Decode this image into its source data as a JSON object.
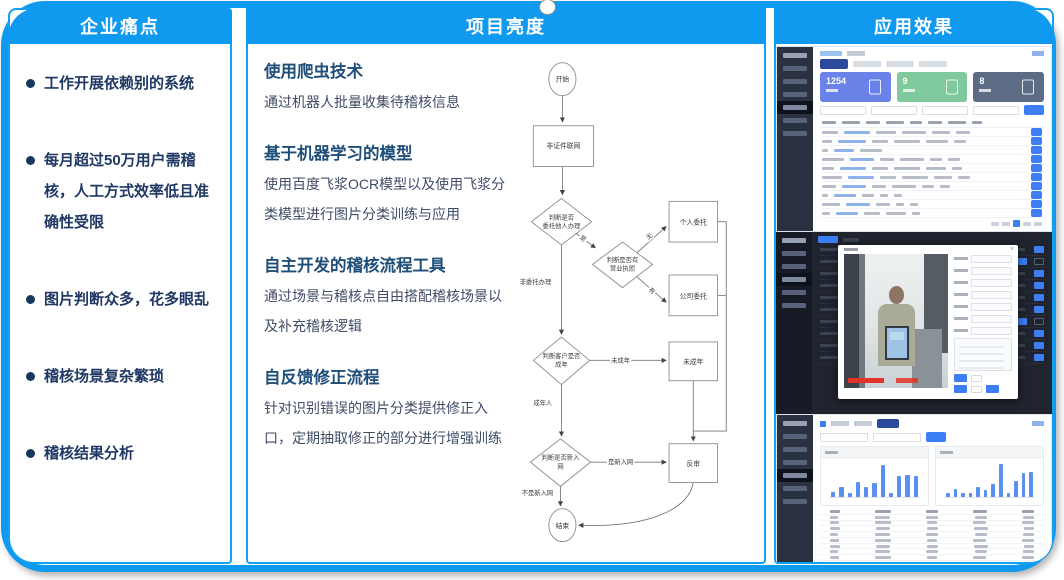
{
  "slide": {
    "accent_color": "#0f9af0"
  },
  "left_panel": {
    "title": "企业痛点",
    "bullets": [
      "工作开展依赖别的系统",
      "每月超过50万用户需稽核，人工方式效率低且准确性受限",
      "图片判断众多，花多眼乱",
      "稽核场景复杂繁琐",
      "稽核结果分析"
    ]
  },
  "middle_panel": {
    "title": "项目亮度",
    "sections": [
      {
        "heading": "使用爬虫技术",
        "body": "通过机器人批量收集待稽核信息"
      },
      {
        "heading": "基于机器学习的模型",
        "body": "使用百度飞浆OCR模型以及使用飞浆分类模型进行图片分类训练与应用"
      },
      {
        "heading": "自主开发的稽核流程工具",
        "body": "通过场景与稽核点自由搭配稽核场景以及补充稽核逻辑"
      },
      {
        "heading": "自反馈修正流程",
        "body": "针对识别错误的图片分类提供修正入口，定期抽取修正的部分进行增强训练"
      }
    ],
    "flowchart": {
      "start": "开始",
      "step_offline": "非证件联网",
      "d1_line1": "判断是否",
      "d1_line2": "委托他人办理",
      "label_delegated": "是",
      "label_not_delegated": "非委托办理",
      "d2_line1": "判断是否有",
      "d2_line2": "营业执照",
      "label_no_license": "无",
      "label_has_license": "有",
      "box_personal": "个人委托",
      "box_company": "公司委托",
      "d3_line1": "判断客户是否",
      "d3_line2": "成年",
      "label_minor": "未成年",
      "box_minor": "未成年",
      "label_adult": "成年人",
      "d4_line1": "判断是否新入",
      "d4_line2": "网",
      "label_new": "是新入网",
      "label_not_new": "不是新入网",
      "box_review": "反审",
      "end": "结束"
    }
  },
  "right_panel": {
    "title": "应用效果",
    "dashboard_screen": {
      "stat_cards": [
        {
          "value": "1254",
          "color": "#6b83e8"
        },
        {
          "value": "9",
          "color": "#7fc99c"
        },
        {
          "value": "8",
          "color": "#5d6b85"
        }
      ],
      "table_row_count": 10,
      "sidebar_item_count": 7
    },
    "review_screen": {
      "bg_row_count": 10,
      "form_row_count": 7,
      "sidebar_item_count": 6,
      "photo_timestamp_color": "#e03428"
    },
    "charts_screen": {
      "bar_color": "#5b8ff0",
      "bars_left": [
        14,
        26,
        12,
        40,
        26,
        38,
        86,
        10,
        58,
        60,
        58
      ],
      "bars_right": [
        12,
        22,
        10,
        10,
        26,
        20,
        36,
        88,
        10,
        44,
        66,
        68
      ],
      "table_row_count": 8,
      "sidebar_item_count": 7
    }
  }
}
